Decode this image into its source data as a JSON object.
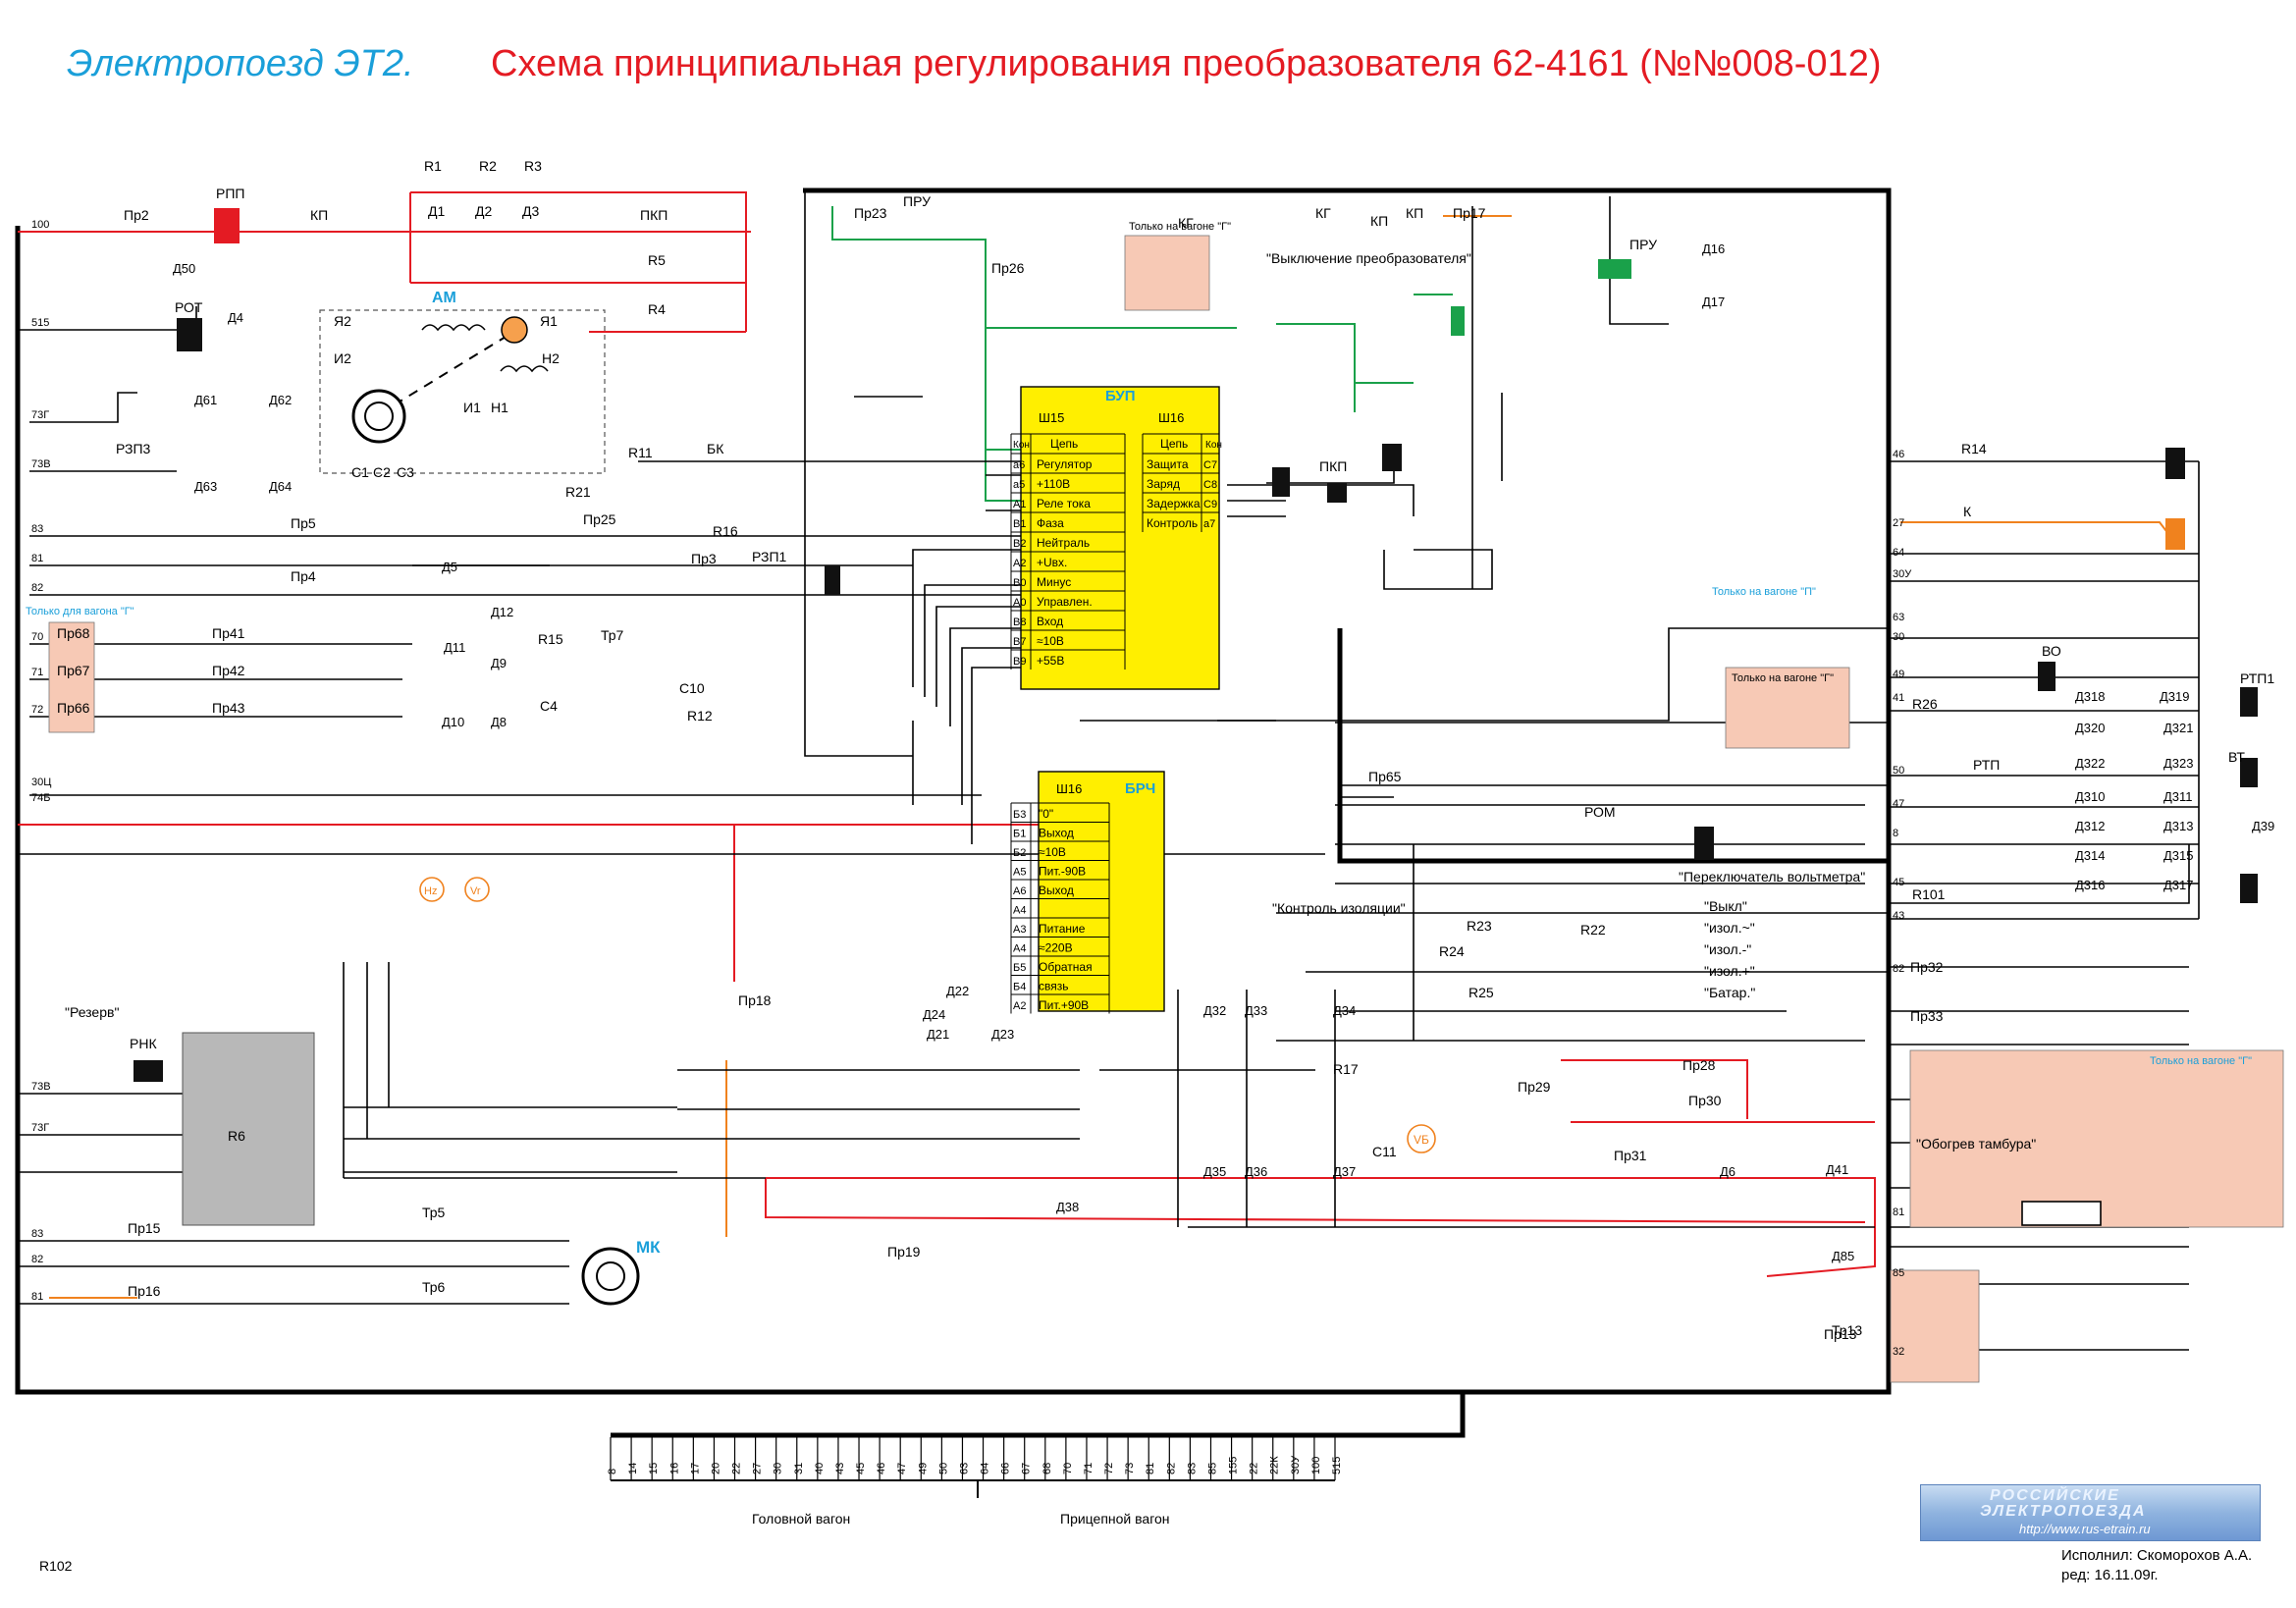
{
  "header": {
    "left_title": "Электропоезд ЭТ2.",
    "right_title": "Схема принципиальная регулирования преобразователя 62-4161 (№№008-012)"
  },
  "credits": {
    "author": "Исполнил: Скоморохов А.А.",
    "date": "ред: 16.11.09г."
  },
  "logo": {
    "line1": "РОССИЙСКИЕ",
    "line2": "ЭЛЕКТРОПОЕЗДА",
    "line3": "http://www.rus-etrain.ru"
  },
  "colors": {
    "power_line": "#e41b23",
    "control_line": "#000000",
    "train_line": "#1aa14a",
    "orange_line": "#f0821e",
    "block_fill": "#ffef00",
    "note_fill": "#f7c9b5",
    "relay_box": "#b8b8b8",
    "accent_blue": "#1a9fd9"
  },
  "blocks": {
    "bup": {
      "title": "БУП",
      "left_conn": "Ш15",
      "right_conn": "Ш16",
      "left_header": [
        "Кон",
        "Цепь"
      ],
      "right_header": [
        "Цепь",
        "Кон"
      ],
      "left_rows": [
        [
          "а6",
          "Регулятор"
        ],
        [
          "а5",
          "+110В"
        ],
        [
          "А1",
          "Реле тока"
        ],
        [
          "В1",
          "Фаза"
        ],
        [
          "В2",
          "Нейтраль"
        ],
        [
          "А2",
          "+Uвх."
        ],
        [
          "В0",
          "Минус"
        ],
        [
          "А0",
          "Управлен."
        ],
        [
          "В8",
          "Вход"
        ],
        [
          "В7",
          "≈10В"
        ],
        [
          "В9",
          "+55В"
        ]
      ],
      "right_rows": [
        [
          "Защита",
          "С7"
        ],
        [
          "Заряд",
          "С8"
        ],
        [
          "Задержка",
          "С9"
        ],
        [
          "Контроль",
          "а7"
        ]
      ]
    },
    "brch": {
      "title": "БРЧ",
      "conn": "Ш16",
      "rows": [
        [
          "Б3",
          "\"0\""
        ],
        [
          "Б1",
          "Выход"
        ],
        [
          "Б2",
          "≈10В"
        ],
        [
          "А5",
          "Пит.-90В"
        ],
        [
          "А6",
          "Выход"
        ],
        [
          "А4",
          ""
        ],
        [
          "А3",
          "Питание"
        ],
        [
          "А4",
          "≈220В"
        ],
        [
          "Б5",
          "Обратная"
        ],
        [
          "Б4",
          "связь"
        ],
        [
          "А2",
          "Пит.+90В"
        ]
      ]
    }
  },
  "notes": {
    "only_g": "Только на вагоне \"Г\"",
    "only_p": "Только на вагоне \"П\"",
    "only_g_small": "Только для вагона \"Г\"",
    "switch_off": "\"Выключение преобразователя\"",
    "insulation": "\"Контроль изоляции\"",
    "voltmeter": "\"Переключатель вольтметра\"",
    "voltmeter_pos": [
      "\"Выкл\"",
      "\"изол.~\"",
      "\"изол.-\"",
      "\"изол.+\"",
      "\"Батар.\""
    ],
    "vestibule": "\"Обогрев тамбура\"",
    "reserve": "\"Резерв\"",
    "head_car": "Головной вагон",
    "trail_car": "Прицепной вагон"
  },
  "components": {
    "top_row": [
      "Пр2",
      "РПП",
      "КП",
      "R1",
      "R2",
      "R3",
      "Д1",
      "Д2",
      "Д3",
      "ПКП",
      "R5",
      "R4",
      "ПРУ",
      "Пр23",
      "Пр17",
      "КГ",
      "КП"
    ],
    "fuses": [
      "Пр5",
      "Пр4",
      "Пр3",
      "Пр41",
      "Пр42",
      "Пр43",
      "Пр65",
      "Пр18",
      "Пр19",
      "Пр15",
      "Пр16",
      "Пр25",
      "Пр26",
      "Пр28",
      "Пр29",
      "Пр30",
      "Пр31",
      "Пр32",
      "Пр33",
      "Пр13",
      "Пр68",
      "Пр67",
      "Пр66"
    ],
    "relays": [
      "РОТ",
      "РЗП3",
      "РЗП1",
      "РНК",
      "РОМ",
      "РТП",
      "РТП1",
      "ВО",
      "ВТ",
      "БК",
      "ПКП",
      "КГ",
      "К",
      "КП",
      "ПРУ",
      "Тр5",
      "Тр6",
      "Тр7",
      "Тр13"
    ],
    "diodes": [
      "Д4",
      "Д5",
      "Д8",
      "Д9",
      "Д10",
      "Д11",
      "Д12",
      "Д16",
      "Д17",
      "Д21",
      "Д22",
      "Д23",
      "Д24",
      "Д32",
      "Д33",
      "Д34",
      "Д35",
      "Д36",
      "Д37",
      "Д38",
      "Д39",
      "Д41",
      "Д50",
      "Д61",
      "Д62",
      "Д63",
      "Д64",
      "Д310",
      "Д311",
      "Д312",
      "Д313",
      "Д314",
      "Д315",
      "Д316",
      "Д317",
      "Д318",
      "Д319",
      "Д320",
      "Д321",
      "Д322",
      "Д323",
      "Д85",
      "Д6"
    ],
    "resistors": [
      "R6",
      "R11",
      "R12",
      "R14",
      "R15",
      "R16",
      "R17",
      "R21",
      "R22",
      "R23",
      "R24",
      "R25",
      "R26",
      "R101",
      "R102"
    ],
    "caps": [
      "C4",
      "C10",
      "C11"
    ],
    "machines": [
      "АМ",
      "МК",
      "Я1",
      "Я2",
      "И1",
      "И2",
      "Н1",
      "Н2",
      "C1",
      "C2",
      "C3"
    ]
  },
  "left_wires": [
    "100",
    "515",
    "73Г",
    "73В",
    "83",
    "81",
    "82",
    "70",
    "71",
    "72",
    "30Ц",
    "74Б"
  ],
  "left_wires_low": [
    "73В",
    "73Г",
    "83",
    "82",
    "81"
  ],
  "right_wires": [
    "46",
    "27",
    "64",
    "30У",
    "63",
    "30",
    "49",
    "41",
    "50",
    "47",
    "8",
    "45",
    "43",
    "82",
    "81",
    "85",
    "32"
  ],
  "bottom_numbers": [
    "8",
    "14",
    "15",
    "16",
    "17",
    "20",
    "22",
    "27",
    "30",
    "31",
    "40",
    "43",
    "45",
    "46",
    "47",
    "49",
    "50",
    "63",
    "64",
    "66",
    "67",
    "68",
    "70",
    "71",
    "72",
    "73",
    "81",
    "82",
    "83",
    "85",
    "155",
    "22",
    "22К",
    "30У",
    "100",
    "515"
  ]
}
